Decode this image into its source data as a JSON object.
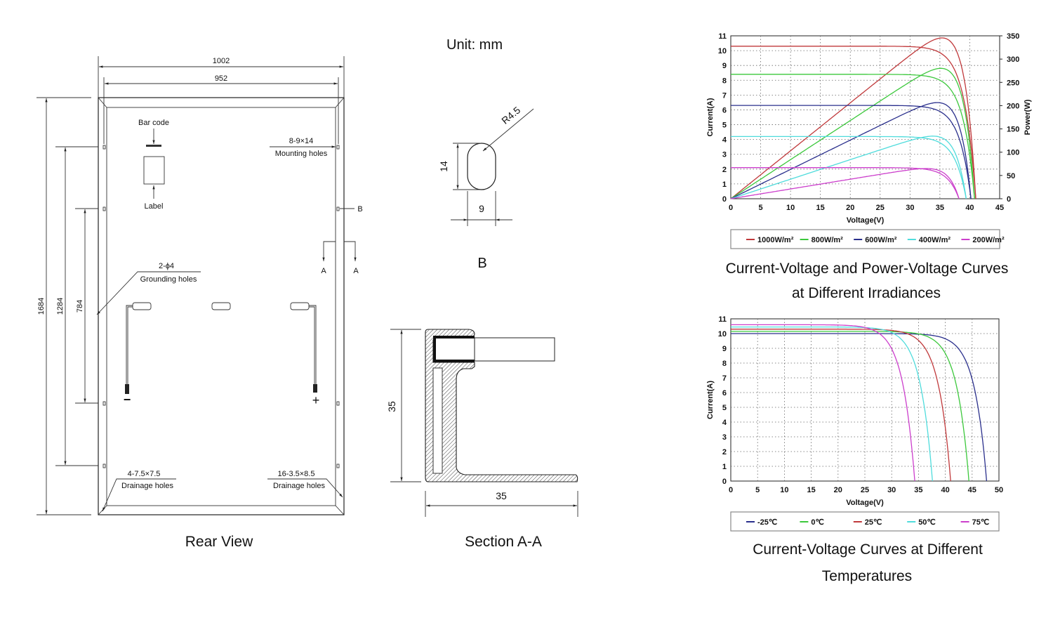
{
  "header": {
    "unit": "Unit: mm"
  },
  "rear_view": {
    "title": "Rear View",
    "dim_width_outer": "1002",
    "dim_width_inner": "952",
    "dim_height_total": "1684",
    "dim_height_1284": "1284",
    "dim_height_784": "784",
    "bar_code": "Bar code",
    "label": "Label",
    "mounting_spec": "8-9×14",
    "mounting_holes": "Mounting holes",
    "grounding_spec": "2-ϕ4",
    "grounding_holes": "Grounding holes",
    "drainage_left_spec": "4-7.5×7.5",
    "drainage_right_spec": "16-3.5×8.5",
    "drainage_holes": "Drainage holes",
    "section_b": "B",
    "section_a": "A",
    "minus": "−",
    "plus": "+"
  },
  "detail_b": {
    "title": "B",
    "radius": "R4.5",
    "height": "14",
    "width": "9"
  },
  "section_aa": {
    "title": "Section A-A",
    "height": "35",
    "width": "35"
  },
  "chart_data": [
    {
      "type": "line",
      "title": "Current-Voltage and Power-Voltage Curves",
      "subtitle": "at Different Irradiances",
      "xlabel": "Voltage(V)",
      "ylabel": "Current(A)",
      "y2label": "Power(W)",
      "xlim": [
        0,
        45
      ],
      "ylim": [
        0,
        11
      ],
      "y2lim": [
        0,
        350
      ],
      "xticks": [
        "0",
        "5",
        "10",
        "15",
        "20",
        "25",
        "30",
        "35",
        "40",
        "45"
      ],
      "yticks": [
        "0",
        "1",
        "2",
        "3",
        "4",
        "5",
        "6",
        "7",
        "8",
        "9",
        "10",
        "11"
      ],
      "y2ticks": [
        "0",
        "50",
        "100",
        "150",
        "200",
        "250",
        "300",
        "350"
      ],
      "grid": true,
      "legend": "bottom",
      "series": [
        {
          "name": "1000W/m²",
          "color": "#c0393b",
          "isc": 10.3,
          "voc": 41.0
        },
        {
          "name": "800W/m²",
          "color": "#3cc83c",
          "isc": 8.4,
          "voc": 40.8
        },
        {
          "name": "600W/m²",
          "color": "#2a2f8c",
          "isc": 6.3,
          "voc": 40.2
        },
        {
          "name": "400W/m²",
          "color": "#4fdcdc",
          "isc": 4.2,
          "voc": 39.4
        },
        {
          "name": "200W/m²",
          "color": "#cc3fcc",
          "isc": 2.1,
          "voc": 38.2
        }
      ]
    },
    {
      "type": "line",
      "title": "Current-Voltage Curves at Different",
      "subtitle": "Temperatures",
      "xlabel": "Voltage(V)",
      "ylabel": "Current(A)",
      "xlim": [
        0,
        50
      ],
      "ylim": [
        0,
        11
      ],
      "xticks": [
        "0",
        "5",
        "10",
        "15",
        "20",
        "25",
        "30",
        "35",
        "40",
        "45",
        "50"
      ],
      "yticks": [
        "0",
        "1",
        "2",
        "3",
        "4",
        "5",
        "6",
        "7",
        "8",
        "9",
        "10",
        "11"
      ],
      "grid": true,
      "legend": "bottom",
      "series": [
        {
          "name": "-25℃",
          "color": "#2a2f8c",
          "isc": 10.0,
          "voc": 47.7
        },
        {
          "name": "0℃",
          "color": "#3cc83c",
          "isc": 10.15,
          "voc": 44.4
        },
        {
          "name": "25℃",
          "color": "#c0393b",
          "isc": 10.3,
          "voc": 41.0
        },
        {
          "name": "50℃",
          "color": "#4fdcdc",
          "isc": 10.45,
          "voc": 37.6
        },
        {
          "name": "75℃",
          "color": "#cc3fcc",
          "isc": 10.6,
          "voc": 34.3
        }
      ]
    }
  ]
}
